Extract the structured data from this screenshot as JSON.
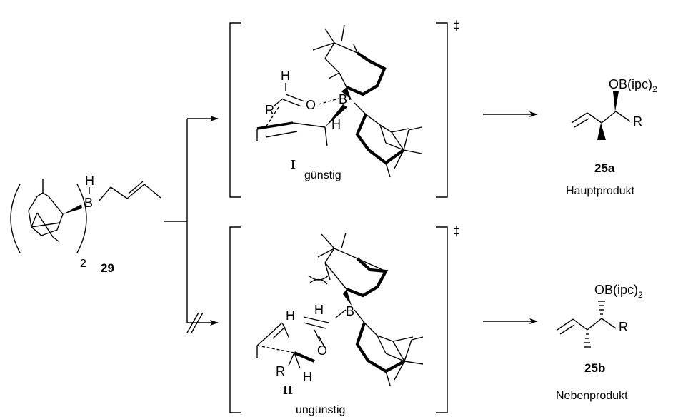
{
  "reactant": {
    "number": "29",
    "subscript": "2",
    "boron": "B",
    "hydrogen": "H"
  },
  "ts_favored": {
    "roman": "I",
    "caption": "günstig",
    "dagger": "‡",
    "atoms": {
      "H": "H",
      "R": "R",
      "O": "O",
      "B": "B",
      "H2": "H"
    }
  },
  "ts_disfavored": {
    "roman": "II",
    "caption": "ungünstig",
    "dagger": "‡",
    "atoms": {
      "H1": "H",
      "H2": "H",
      "B": "B",
      "O": "O",
      "R": "R",
      "H3": "H"
    }
  },
  "product_major": {
    "number": "25a",
    "caption": "Hauptprodukt",
    "ob": "OB(ipc)",
    "ob_sub": "2",
    "r": "R"
  },
  "product_minor": {
    "number": "25b",
    "caption": "Nebenprodukt",
    "ob": "OB(ipc)",
    "ob_sub": "2",
    "r": "R"
  }
}
